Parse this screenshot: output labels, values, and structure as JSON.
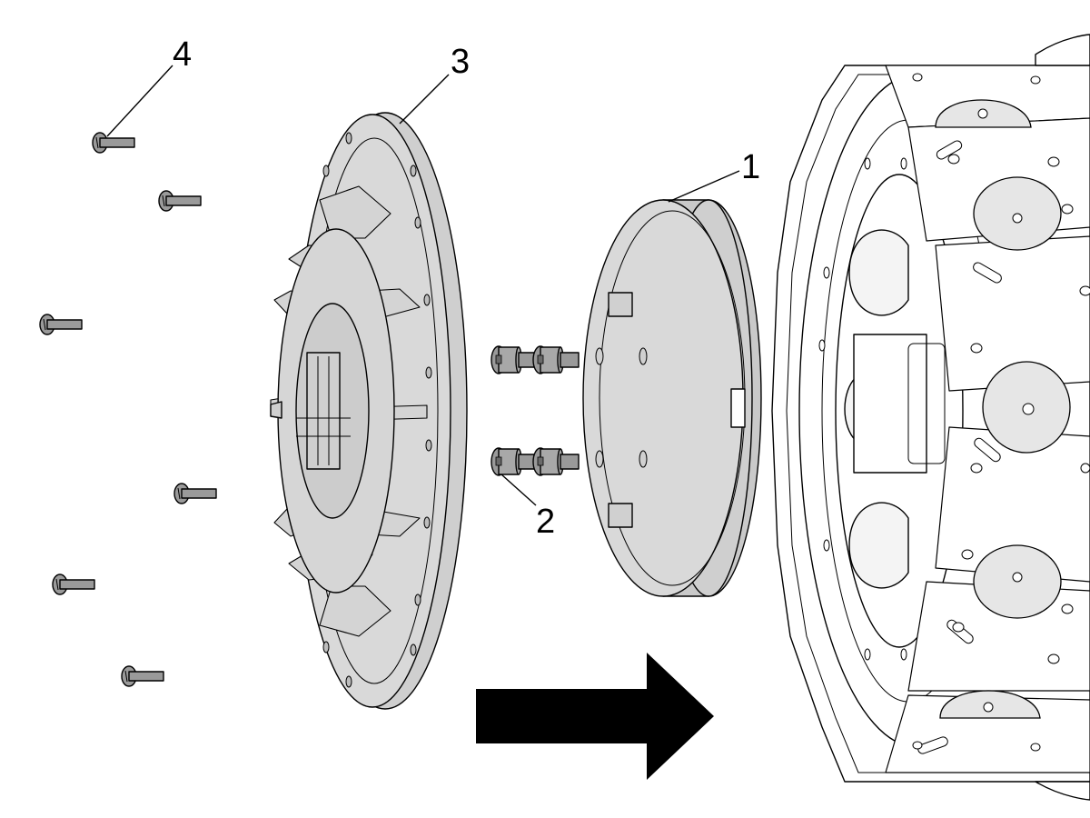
{
  "diagram": {
    "type": "exploded-assembly",
    "callouts": [
      {
        "id": "1",
        "label": "1",
        "part": "spacer-disc"
      },
      {
        "id": "2",
        "label": "2",
        "part": "socket-head-screws"
      },
      {
        "id": "3",
        "label": "3",
        "part": "fixture-plate"
      },
      {
        "id": "4",
        "label": "4",
        "part": "button-head-screws"
      }
    ],
    "colors": {
      "part_fill": "#d9d9d9",
      "part_shade": "#bdbdbd",
      "screw_fill": "#9a9a9a",
      "outline": "#000000",
      "arrow": "#000000",
      "background": "#ffffff"
    },
    "arrow": {
      "direction": "right",
      "icon": "arrow-right-icon"
    }
  }
}
